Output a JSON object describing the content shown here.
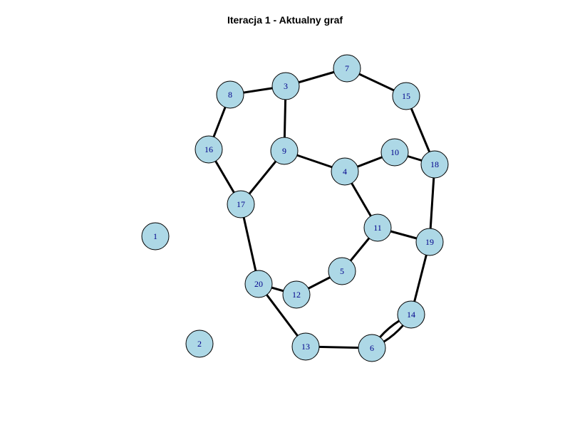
{
  "title": "Iteracja 1 - Aktualny graf",
  "colors": {
    "node_fill": "#add8e6",
    "node_label": "#00008b",
    "edge": "#000000"
  },
  "nodes": [
    {
      "id": "1",
      "label": "1"
    },
    {
      "id": "2",
      "label": "2"
    },
    {
      "id": "3",
      "label": "3"
    },
    {
      "id": "4",
      "label": "4"
    },
    {
      "id": "5",
      "label": "5"
    },
    {
      "id": "6",
      "label": "6"
    },
    {
      "id": "7",
      "label": "7"
    },
    {
      "id": "8",
      "label": "8"
    },
    {
      "id": "9",
      "label": "9"
    },
    {
      "id": "10",
      "label": "10"
    },
    {
      "id": "11",
      "label": "11"
    },
    {
      "id": "12",
      "label": "12"
    },
    {
      "id": "13",
      "label": "13"
    },
    {
      "id": "14",
      "label": "14"
    },
    {
      "id": "15",
      "label": "15"
    },
    {
      "id": "16",
      "label": "16"
    },
    {
      "id": "17",
      "label": "17"
    },
    {
      "id": "18",
      "label": "18"
    },
    {
      "id": "19",
      "label": "19"
    },
    {
      "id": "20",
      "label": "20"
    }
  ],
  "edges": [
    {
      "from": "8",
      "to": "3",
      "count": 1
    },
    {
      "from": "3",
      "to": "7",
      "count": 1
    },
    {
      "from": "7",
      "to": "15",
      "count": 1
    },
    {
      "from": "15",
      "to": "18",
      "count": 1
    },
    {
      "from": "8",
      "to": "16",
      "count": 1
    },
    {
      "from": "3",
      "to": "9",
      "count": 1
    },
    {
      "from": "16",
      "to": "17",
      "count": 1
    },
    {
      "from": "9",
      "to": "17",
      "count": 1
    },
    {
      "from": "9",
      "to": "4",
      "count": 1
    },
    {
      "from": "4",
      "to": "10",
      "count": 1
    },
    {
      "from": "10",
      "to": "18",
      "count": 1
    },
    {
      "from": "4",
      "to": "11",
      "count": 1
    },
    {
      "from": "18",
      "to": "19",
      "count": 1
    },
    {
      "from": "11",
      "to": "19",
      "count": 1
    },
    {
      "from": "11",
      "to": "5",
      "count": 1
    },
    {
      "from": "5",
      "to": "12",
      "count": 1
    },
    {
      "from": "12",
      "to": "20",
      "count": 1
    },
    {
      "from": "17",
      "to": "20",
      "count": 1
    },
    {
      "from": "20",
      "to": "13",
      "count": 1
    },
    {
      "from": "13",
      "to": "6",
      "count": 1
    },
    {
      "from": "19",
      "to": "14",
      "count": 1
    },
    {
      "from": "6",
      "to": "14",
      "count": 2
    }
  ]
}
